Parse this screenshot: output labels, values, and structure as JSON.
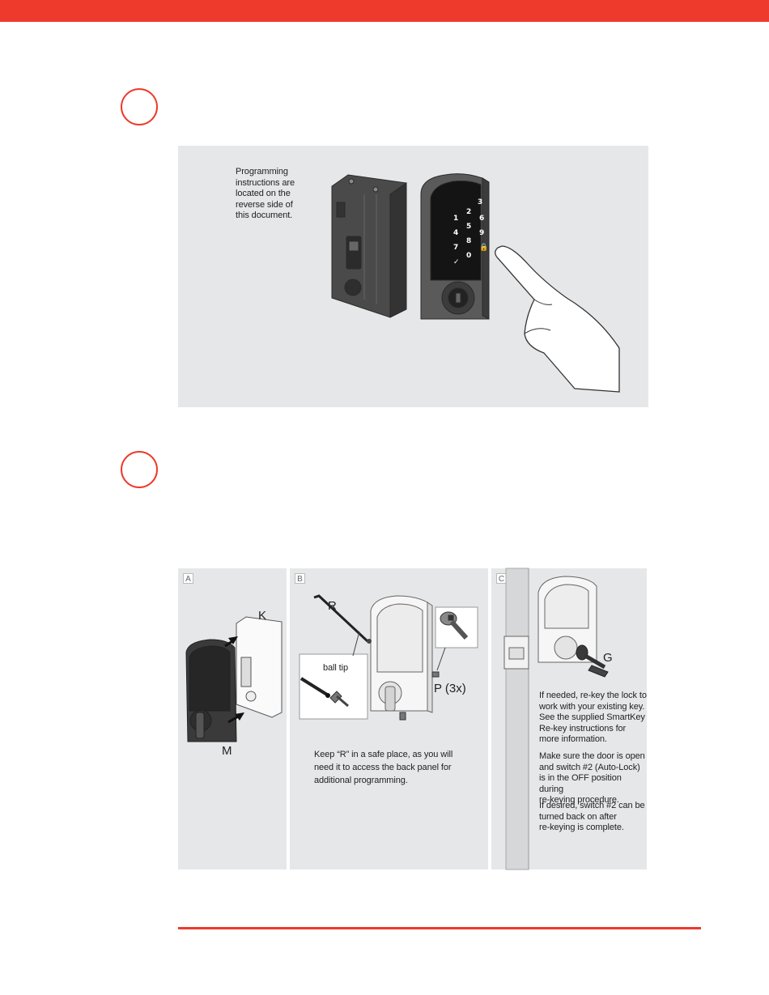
{
  "colors": {
    "accent": "#ee3a2c",
    "panel": "#e6e7e8"
  },
  "step1": {
    "note": "Programming\ninstructions are\nlocated on the\nreverse side of\nthis document.",
    "keypad": [
      "3",
      "1",
      "2",
      "6",
      "4",
      "5",
      "9",
      "7",
      "8",
      "🔒",
      "✓",
      "0"
    ]
  },
  "step2": {
    "panel_a": {
      "tag": "A",
      "label_k": "K",
      "label_m": "M"
    },
    "panel_b": {
      "tag": "B",
      "label_r": "R",
      "label_ball_tip": "ball tip",
      "label_p": "P (3x)",
      "note": "Keep “R” in a safe place, as you will\nneed it to access the back panel for\nadditional programming."
    },
    "panel_c": {
      "tag": "C",
      "label_g": "G",
      "note1": "If needed, re-key the lock to\nwork with your existing key.\nSee the supplied SmartKey\nRe-key instructions for\nmore information.",
      "note2": "Make sure the door is open\nand switch #2 (Auto-Lock)\nis in the OFF position during\nre-keying procedure.",
      "note3": "If desired, switch #2 can be\nturned back on after\nre-keying is complete."
    }
  }
}
